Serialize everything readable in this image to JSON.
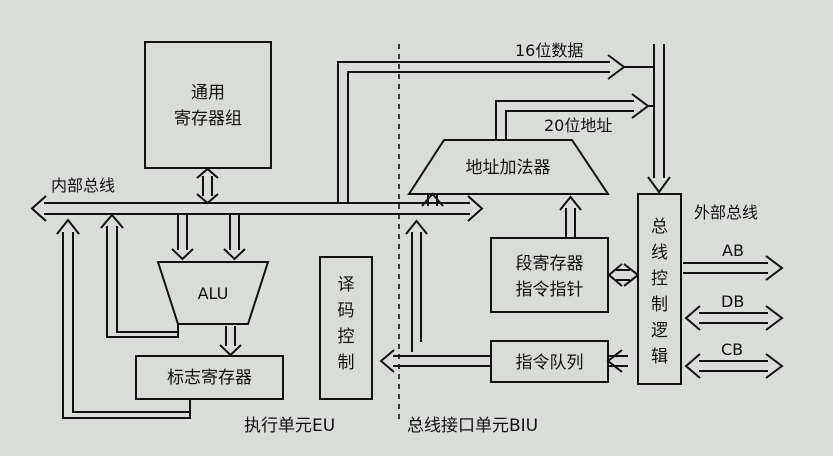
{
  "blocks": {
    "general_registers": [
      "通用",
      "寄存器组"
    ],
    "alu": "ALU",
    "flags_register": "标志寄存器",
    "decode_control": [
      "译",
      "码",
      "控",
      "制"
    ],
    "address_adder": "地址加法器",
    "segment_registers": [
      "段寄存器",
      "指令指针"
    ],
    "instruction_queue": "指令队列",
    "bus_control_logic": [
      "总",
      "线",
      "控",
      "制",
      "逻",
      "辑"
    ]
  },
  "buses": {
    "internal_bus": "内部总线",
    "external_bus": "外部总线",
    "data_16": "16位数据",
    "addr_20": "20位地址",
    "ab": "AB",
    "db": "DB",
    "cb": "CB"
  },
  "units": {
    "eu": "执行单元EU",
    "biu": "总线接口单元BIU"
  }
}
